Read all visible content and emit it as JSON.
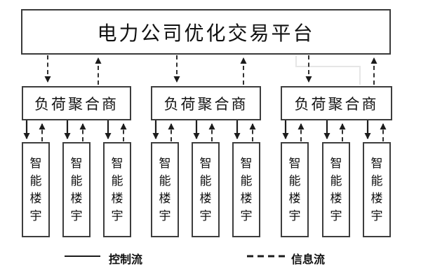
{
  "diagram": {
    "platform": {
      "label": "电力公司优化交易平台"
    },
    "aggregators": [
      {
        "label": "负荷聚合商"
      },
      {
        "label": "负荷聚合商"
      },
      {
        "label": "负荷聚合商"
      }
    ],
    "buildings": [
      {
        "label": "智能楼宇"
      },
      {
        "label": "智能楼宇"
      },
      {
        "label": "智能楼宇"
      },
      {
        "label": "智能楼宇"
      },
      {
        "label": "智能楼宇"
      },
      {
        "label": "智能楼宇"
      },
      {
        "label": "智能楼宇"
      },
      {
        "label": "智能楼宇"
      },
      {
        "label": "智能楼宇"
      }
    ],
    "legend": [
      {
        "style": "solid",
        "label": "控制流"
      },
      {
        "style": "dashed",
        "label": "信息流"
      }
    ],
    "colors": {
      "line": "#1c1c1c",
      "border": "#3d3d3d",
      "background": "#ffffff",
      "artifact": "#e6e6e6"
    }
  }
}
